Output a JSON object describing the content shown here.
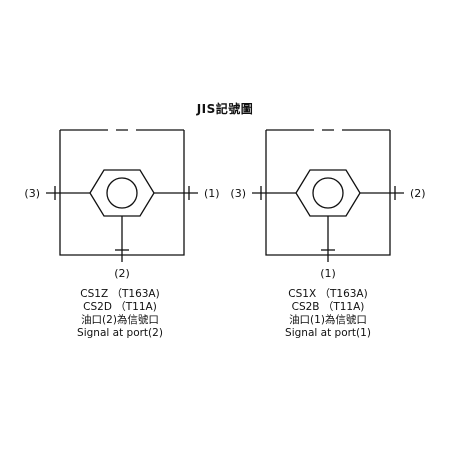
{
  "title": "JIS記號圖",
  "symbols": [
    {
      "ports": {
        "left": "(3)",
        "right": "(1)",
        "bottom": "(2)"
      },
      "signal_port": "bottom",
      "labels": [
        "CS1Z （T163A)",
        "CS2D （T11A)",
        "油口(2)為信號口",
        "Signal at port(2)"
      ]
    },
    {
      "ports": {
        "left": "(3)",
        "right": "(2)",
        "bottom": "(1)"
      },
      "signal_port": "bottom",
      "labels": [
        "CS1X （T163A)",
        "CS2B （T11A)",
        "油口(1)為信號口",
        "Signal at port(1)"
      ]
    }
  ]
}
